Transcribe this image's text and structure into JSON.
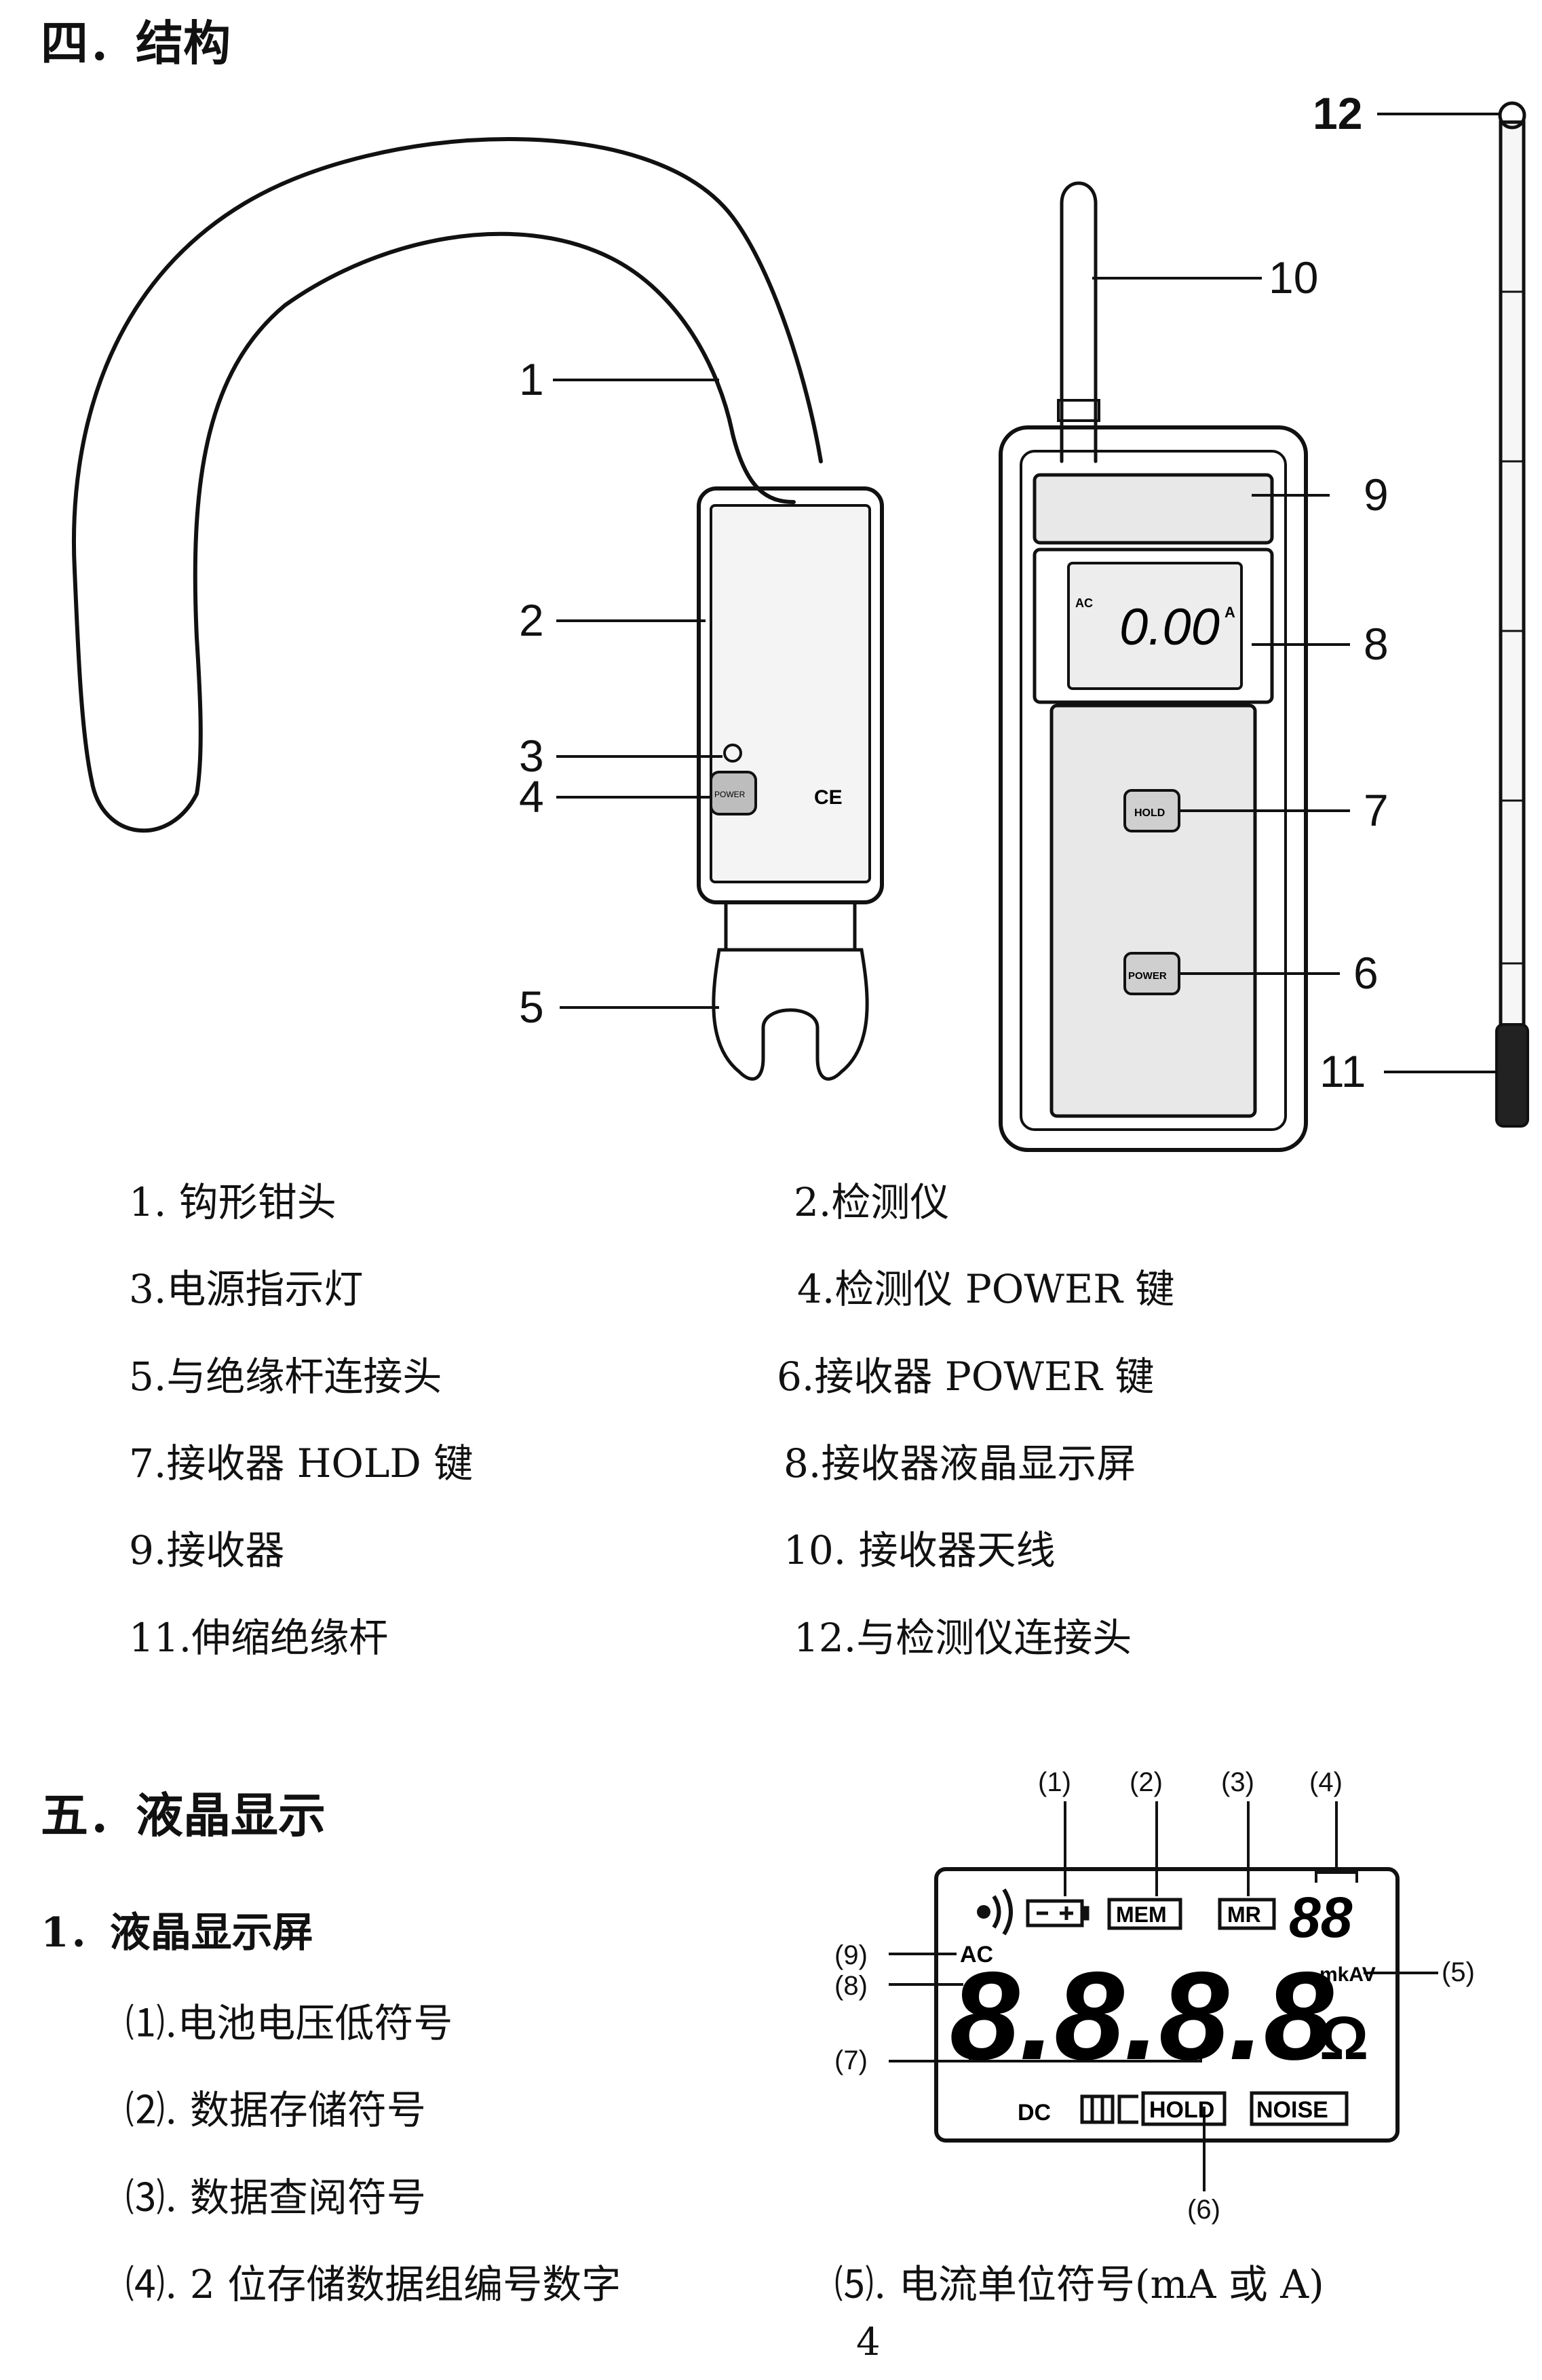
{
  "section4": {
    "heading": "四．结构",
    "callouts": [
      "1",
      "2",
      "3",
      "4",
      "5",
      "6",
      "7",
      "8",
      "9",
      "10",
      "11",
      "12"
    ],
    "device": {
      "ce_mark": "CE",
      "power_label": "POWER",
      "receiver_lcd_ac": "AC",
      "receiver_lcd_value": "0.00",
      "receiver_lcd_unit": "A",
      "hold_label": "HOLD",
      "receiver_power_label": "POWER"
    },
    "legend": [
      "1.  钩形钳头",
      "2.检测仪",
      "3.电源指示灯",
      "4.检测仪 POWER 键",
      "5.与绝缘杆连接头",
      "6.接收器 POWER 键",
      "7.接收器 HOLD 键",
      "8.接收器液晶显示屏",
      "9.接收器",
      "10.  接收器天线",
      "11.伸缩绝缘杆",
      "12.与检测仪连接头"
    ]
  },
  "section5": {
    "heading": "五．液晶显示",
    "subheading": "1．液晶显示屏",
    "items": [
      "⑴.电池电压低符号",
      "⑵.  数据存储符号",
      "⑶.  数据查阅符号",
      "⑷. 2 位存储数据组编号数字",
      "⑸.  电流单位符号(mA 或 A)"
    ],
    "lcd_figure": {
      "callouts": [
        "(1)",
        "(2)",
        "(3)",
        "(4)",
        "(5)",
        "(6)",
        "(7)",
        "(8)",
        "(9)"
      ],
      "mem": "MEM",
      "mr": "MR",
      "group_digits": "88",
      "ac": "AC",
      "dc": "DC",
      "main_digits": "8.8.8.8",
      "unit": "mkAV",
      "ohm": "Ω",
      "hold": "HOLD",
      "noise": "NOISE"
    }
  },
  "page_number": "4"
}
